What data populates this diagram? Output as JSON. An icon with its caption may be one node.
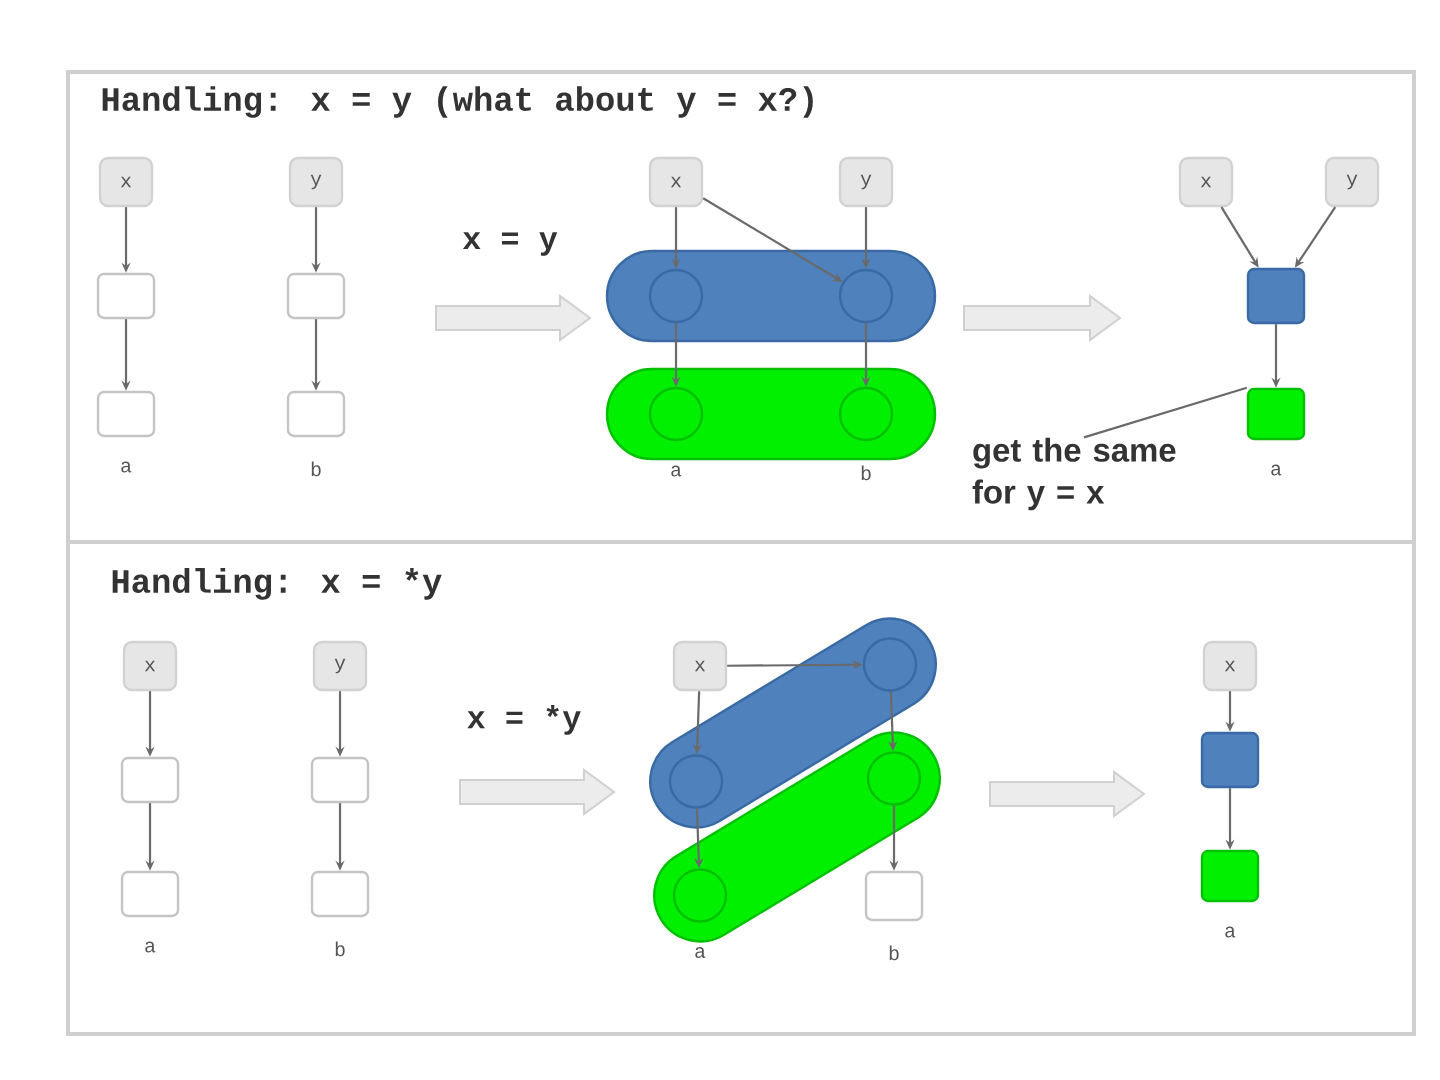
{
  "diagram": {
    "nodes": [
      {
        "text": [
          "Handling: x = y (what about y = x?)"
        ]
      },
      {
        "text": [
          "x"
        ],
        "in": 0
      },
      {
        "text": [],
        "shape": "box",
        "in": 0
      },
      {
        "text": [],
        "shape": "box",
        "in": 0,
        "beside": [
          "a"
        ]
      },
      {
        "text": [
          "y"
        ],
        "in": 0
      },
      {
        "text": [],
        "shape": "box",
        "in": 0
      },
      {
        "text": [],
        "shape": "box",
        "in": 0,
        "beside": [
          "b"
        ]
      },
      {
        "text": [
          "x"
        ],
        "in": 0
      },
      {
        "text": [
          "y"
        ],
        "in": 0
      },
      {
        "text": [],
        "shape": "capsule",
        "in": 0
      },
      {
        "text": [],
        "shape": "circle",
        "in": 9
      },
      {
        "text": [],
        "shape": "circle",
        "in": 9
      },
      {
        "text": [],
        "shape": "capsule",
        "in": 0
      },
      {
        "text": [],
        "shape": "circle",
        "in": 12,
        "beside": [
          "a"
        ]
      },
      {
        "text": [],
        "shape": "circle",
        "in": 12,
        "beside": [
          "b"
        ]
      },
      {
        "text": [
          "x"
        ],
        "in": 0
      },
      {
        "text": [
          "y"
        ],
        "in": 0
      },
      {
        "text": [],
        "shape": "box",
        "in": 0
      },
      {
        "text": [],
        "shape": "box",
        "in": 0,
        "beside": [
          "a"
        ]
      },
      {
        "text": [
          "get the same for y = x"
        ],
        "in": 0
      },
      {
        "text": [
          "Handling: x = *y"
        ]
      },
      {
        "text": [
          "x"
        ],
        "in": 20
      },
      {
        "text": [],
        "shape": "box",
        "in": 20
      },
      {
        "text": [],
        "shape": "box",
        "in": 20,
        "beside": [
          "a"
        ]
      },
      {
        "text": [
          "y"
        ],
        "in": 20
      },
      {
        "text": [],
        "shape": "box",
        "in": 20
      },
      {
        "text": [],
        "shape": "box",
        "in": 20,
        "beside": [
          "b"
        ]
      },
      {
        "text": [
          "x"
        ],
        "in": 20
      },
      {
        "text": [],
        "shape": "capsule",
        "in": 20
      },
      {
        "text": [],
        "shape": "circle",
        "in": 28
      },
      {
        "text": [],
        "shape": "circle",
        "in": 28
      },
      {
        "text": [],
        "shape": "capsule",
        "in": 20
      },
      {
        "text": [],
        "shape": "circle",
        "in": 31,
        "beside": [
          "a"
        ]
      },
      {
        "text": [],
        "shape": "circle",
        "in": 31
      },
      {
        "text": [],
        "shape": "box",
        "in": 20,
        "beside": [
          "b"
        ]
      },
      {
        "text": [
          "x"
        ],
        "in": 20
      },
      {
        "text": [],
        "shape": "box",
        "in": 20
      },
      {
        "text": [],
        "shape": "box",
        "in": 20,
        "beside": [
          "a"
        ]
      }
    ],
    "edges": [
      {
        "from": 1,
        "to": 2,
        "arrow": "to"
      },
      {
        "from": 2,
        "to": 3,
        "arrow": "to"
      },
      {
        "from": 4,
        "to": 5,
        "arrow": "to"
      },
      {
        "from": 5,
        "to": 6,
        "arrow": "to"
      },
      {
        "from": 7,
        "to": 10,
        "arrow": "to"
      },
      {
        "from": 7,
        "to": 11,
        "arrow": "to"
      },
      {
        "from": 8,
        "to": 11,
        "arrow": "to"
      },
      {
        "from": 10,
        "to": 13,
        "arrow": "to"
      },
      {
        "from": 11,
        "to": 14,
        "arrow": "to"
      },
      {
        "from": 15,
        "to": 17,
        "arrow": "to"
      },
      {
        "from": 16,
        "to": 17,
        "arrow": "to"
      },
      {
        "from": 17,
        "to": 18,
        "arrow": "to"
      },
      {
        "from": 19,
        "to": 18,
        "arrow": "none"
      },
      {
        "from": 21,
        "to": 22,
        "arrow": "to"
      },
      {
        "from": 22,
        "to": 23,
        "arrow": "to"
      },
      {
        "from": 24,
        "to": 25,
        "arrow": "to"
      },
      {
        "from": 25,
        "to": 26,
        "arrow": "to"
      },
      {
        "from": 27,
        "to": 29,
        "arrow": "to"
      },
      {
        "from": 27,
        "to": 30,
        "arrow": "to"
      },
      {
        "from": 29,
        "to": 32,
        "arrow": "to"
      },
      {
        "from": 30,
        "to": 33,
        "arrow": "to"
      },
      {
        "from": 33,
        "to": 34,
        "arrow": "to"
      },
      {
        "from": 35,
        "to": 36,
        "arrow": "to"
      },
      {
        "from": 36,
        "to": 37,
        "arrow": "to"
      }
    ],
    "labels": [
      "x = y",
      "x = *y"
    ]
  }
}
